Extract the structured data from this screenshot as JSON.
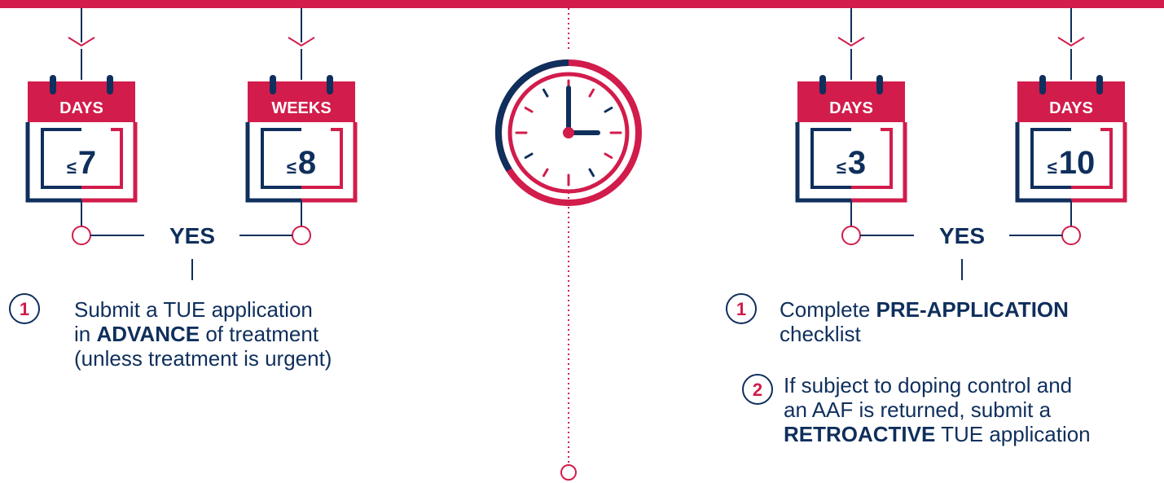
{
  "colors": {
    "red": "#d21c4b",
    "navy": "#0f2f5c"
  },
  "left": {
    "calendars": [
      {
        "unit": "DAYS",
        "sign": "≤",
        "value": "7"
      },
      {
        "unit": "WEEKS",
        "sign": "≤",
        "value": "8"
      }
    ],
    "yes_label": "YES",
    "steps": [
      {
        "number": "1",
        "lines": [
          {
            "pre": "Submit a TUE application",
            "bold": "",
            "post": ""
          },
          {
            "pre": "in ",
            "bold": "ADVANCE",
            "post": " of treatment"
          },
          {
            "pre": "(unless treatment is urgent)",
            "bold": "",
            "post": ""
          }
        ]
      }
    ]
  },
  "center": {
    "icon": "clock-icon"
  },
  "right": {
    "calendars": [
      {
        "unit": "DAYS",
        "sign": "≤",
        "value": "3"
      },
      {
        "unit": "DAYS",
        "sign": "≤",
        "value": "10"
      }
    ],
    "yes_label": "YES",
    "steps": [
      {
        "number": "1",
        "lines": [
          {
            "pre": "Complete ",
            "bold": "PRE-APPLICATION",
            "post": ""
          },
          {
            "pre": "checklist",
            "bold": "",
            "post": ""
          }
        ]
      },
      {
        "number": "2",
        "lines": [
          {
            "pre": "If subject to doping control and",
            "bold": "",
            "post": ""
          },
          {
            "pre": "an AAF is returned, submit a",
            "bold": "",
            "post": ""
          },
          {
            "pre": "",
            "bold": "RETROACTIVE",
            "post": " TUE application"
          }
        ]
      }
    ]
  }
}
